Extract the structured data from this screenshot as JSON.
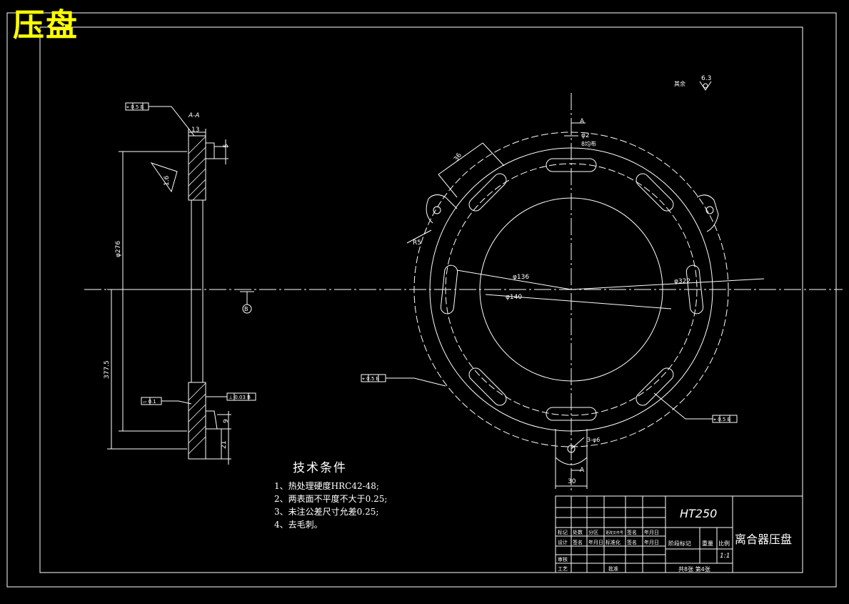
{
  "title": "压盘",
  "section_label": "A-A",
  "datum_b": "B",
  "view_marker_top": "A",
  "view_marker_bottom": "A",
  "surface_roughness": {
    "prefix": "其余",
    "value": "6.3"
  },
  "gdt": {
    "top_left": "⌖ 0.5 B",
    "flatness": "▱ 0.1",
    "perp": "⊥ 0.03 B",
    "left_mid": "⌖ 0.5 B",
    "right_mid": "⌖ 0.5 B"
  },
  "dims": {
    "d13": "13",
    "d5": "5",
    "d1_6": "1.6",
    "d_phi276": "φ276",
    "d_377": "377.5",
    "d9": "9",
    "d21": "21",
    "r_phi2": "φ2",
    "r_8slots": "8均布",
    "r_36": "36",
    "r_r5": "R5",
    "r_phi136": "φ136",
    "r_phi140": "φ140",
    "r_phi322": "φ322",
    "r_3holes": "3-φ6",
    "r_30": "30"
  },
  "notes": {
    "header": "技术条件",
    "items": [
      "1、热处理硬度HRC42-48;",
      "2、两表面不平度不大于0.25;",
      "3、未注公差尺寸允差0.25;",
      "4、去毛刺。"
    ]
  },
  "title_block": {
    "material": "HT250",
    "part_name": "离合器压盘",
    "scale": "1:1",
    "sheet": "共8张  第4张",
    "row_labels": [
      "标记",
      "设计",
      "审核",
      "工艺"
    ],
    "col_labels": [
      "处数",
      "分区",
      "更改文件号",
      "签名",
      "年月日"
    ],
    "design_cols": [
      "签名",
      "年月日",
      "标准化",
      "签名",
      "年月日"
    ],
    "stage_labels": [
      "阶段标记",
      "重量",
      "比例"
    ],
    "approve": "批准"
  },
  "colors": {
    "bg": "#000000",
    "line": "#ffffff",
    "title": "#ffff00"
  }
}
